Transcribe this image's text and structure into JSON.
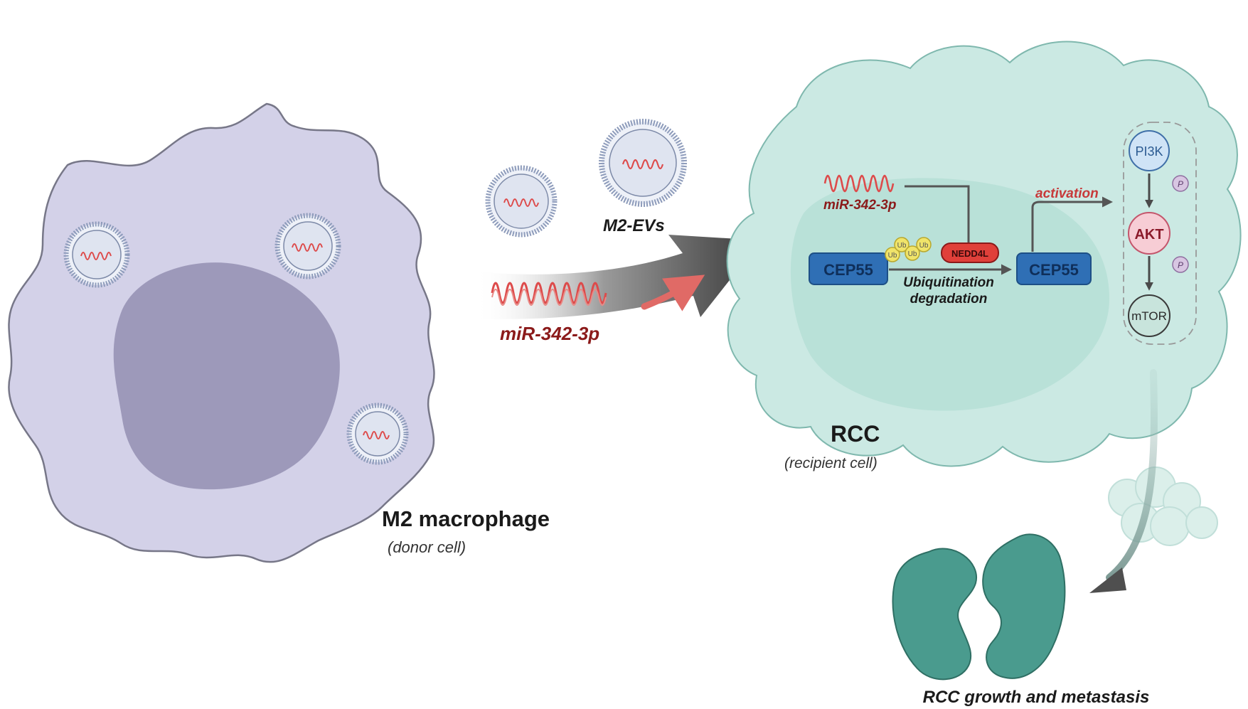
{
  "donor": {
    "title": "M2 macrophage",
    "subtitle": "(donor cell)"
  },
  "transfer": {
    "vesicles_label": "M2-EVs",
    "mirna_label": "miR-342-3p"
  },
  "recipient": {
    "title": "RCC",
    "subtitle": "(recipient cell)",
    "mirna_label": "miR-342-3p",
    "cep55_left": "CEP55",
    "ub_label": "Ub",
    "nedd4l": "NEDD4L",
    "degradation_line1": "Ubiquitination",
    "degradation_line2": "degradation",
    "cep55_right": "CEP55",
    "activation": "activation",
    "pathway": {
      "pi3k": "PI3K",
      "akt": "AKT",
      "mtor": "mTOR",
      "phospho": "P"
    }
  },
  "outcome": {
    "label": "RCC growth and metastasis"
  },
  "colors": {
    "macrophage": "#d3d1e8",
    "macrophage_edge": "#777788",
    "nucleus": "#9d99ba",
    "rcc_cell": "#cbe9e3",
    "rcc_edge": "#7fb8ae",
    "rcc_nucleus": "#b3ddd4",
    "mirna": "#dd4b4b",
    "mirna_text": "#8b1a1a",
    "cep55": "#2f6fb5",
    "nedd4l": "#e0403a",
    "ub": "#f0e46a",
    "pi3k": "#cfe3f6",
    "akt": "#f7cdd5",
    "mtor": "#c8e4dc",
    "kidney": "#4a9b8e"
  }
}
